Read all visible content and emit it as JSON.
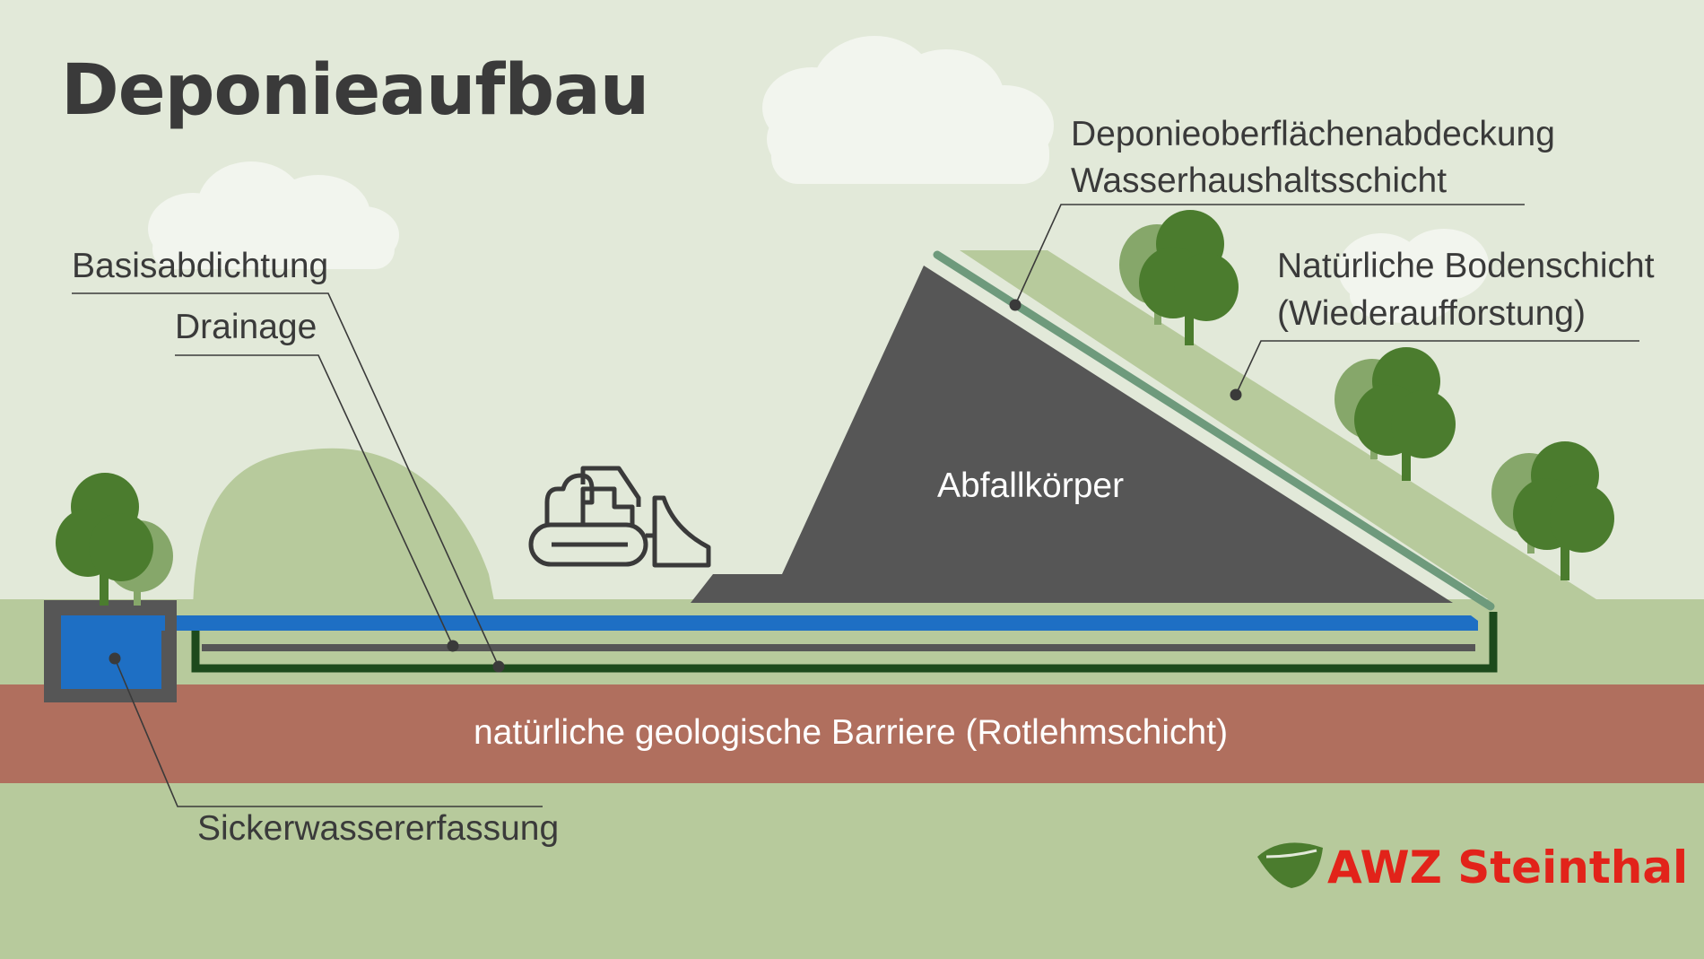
{
  "title": "Deponieaufbau",
  "labels": {
    "basisabdichtung": "Basisabdichtung",
    "drainage": "Drainage",
    "oberflaeche_line1": "Deponieoberflächenabdeckung",
    "oberflaeche_line2": "Wasserhaushaltsschicht",
    "boden_line1": "Natürliche Bodenschicht",
    "boden_line2": "(Wiederaufforstung)",
    "abfallkoerper": "Abfallkörper",
    "barriere": "natürliche geologische Barriere (Rotlehmschicht)",
    "sickerwasser": "Sickerwassererfassung"
  },
  "brand": {
    "name": "AWZ Steinthal"
  },
  "colors": {
    "sky": "#e2e9d9",
    "cloud": "#f2f5ee",
    "ground": "#b7ca9c",
    "barrier": "#b06f5e",
    "waste": "#565656",
    "drainage_blue": "#1e6fc4",
    "tree_dark": "#4b7c2e",
    "tree_light": "#86a76a",
    "seal_green": "#1d4a1c",
    "cover_teal": "#6e9a7c",
    "brand_red": "#e2231a"
  },
  "icons": [
    "bulldozer-icon",
    "tree-icon",
    "leaf-logo-icon"
  ]
}
